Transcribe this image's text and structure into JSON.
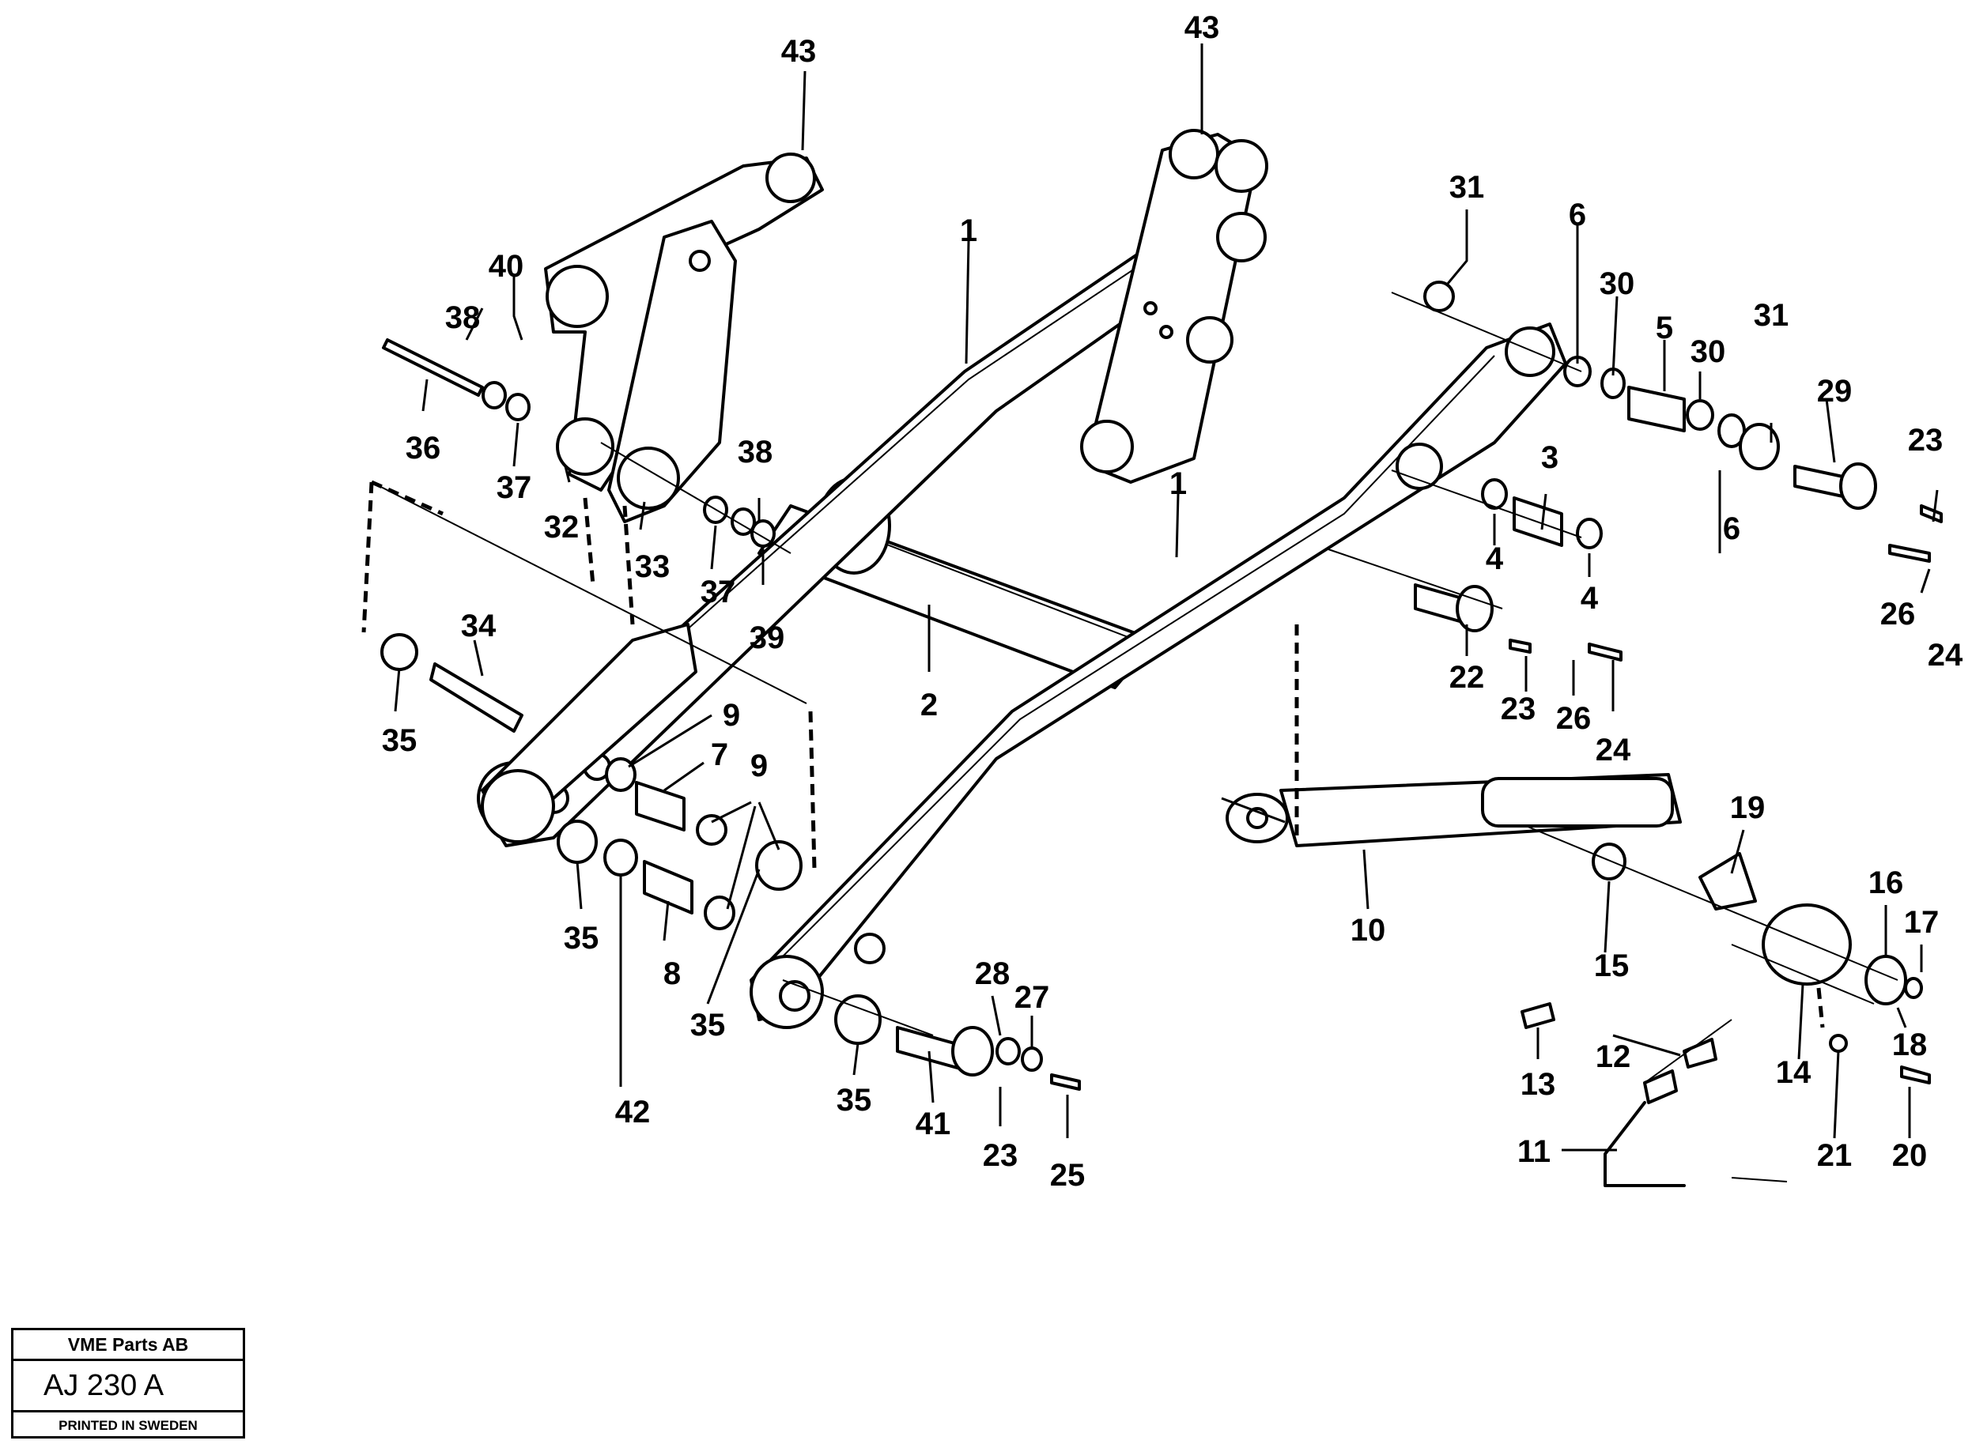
{
  "title_block": {
    "company": "VME Parts AB",
    "drawing_number": "AJ 230 A",
    "printed": "PRINTED IN SWEDEN"
  },
  "callouts": [
    "43",
    "43",
    "1",
    "1",
    "2",
    "31",
    "31",
    "6",
    "6",
    "30",
    "30",
    "5",
    "29",
    "23",
    "23",
    "23",
    "23",
    "26",
    "26",
    "24",
    "24",
    "3",
    "4",
    "4",
    "22",
    "40",
    "38",
    "38",
    "36",
    "37",
    "37",
    "32",
    "33",
    "39",
    "34",
    "35",
    "35",
    "35",
    "35",
    "9",
    "9",
    "7",
    "8",
    "42",
    "41",
    "28",
    "27",
    "25",
    "10",
    "19",
    "15",
    "16",
    "17",
    "18",
    "14",
    "12",
    "13",
    "11",
    "21",
    "20"
  ]
}
